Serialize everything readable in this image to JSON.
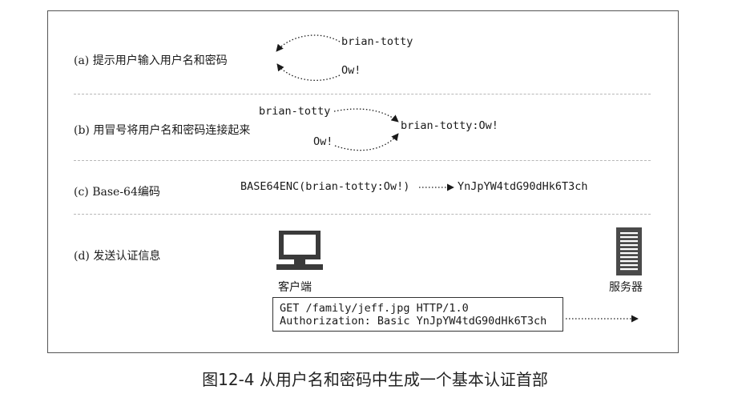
{
  "steps": {
    "a": {
      "label": "(a) 提示用户输入用户名和密码",
      "username": "brian-totty",
      "password": "Ow!"
    },
    "b": {
      "label": "(b) 用冒号将用户名和密码连接起来",
      "username": "brian-totty",
      "password": "Ow!",
      "joined": "brian-totty:Ow!"
    },
    "c": {
      "label": "(c) Base-64编码",
      "expression": "BASE64ENC(brian-totty:Ow!)",
      "result": "YnJpYW4tdG90dHk6T3ch"
    },
    "d": {
      "label": "(d) 发送认证信息",
      "client_label": "客户端",
      "server_label": "服务器",
      "request_line": "GET /family/jeff.jpg HTTP/1.0",
      "auth_header": "Authorization: Basic YnJpYW4tdG90dHk6T3ch"
    }
  },
  "icons": {
    "client": "computer-terminal-icon",
    "server": "server-tower-icon"
  },
  "caption": "图12-4 从用户名和密码中生成一个基本认证首部"
}
